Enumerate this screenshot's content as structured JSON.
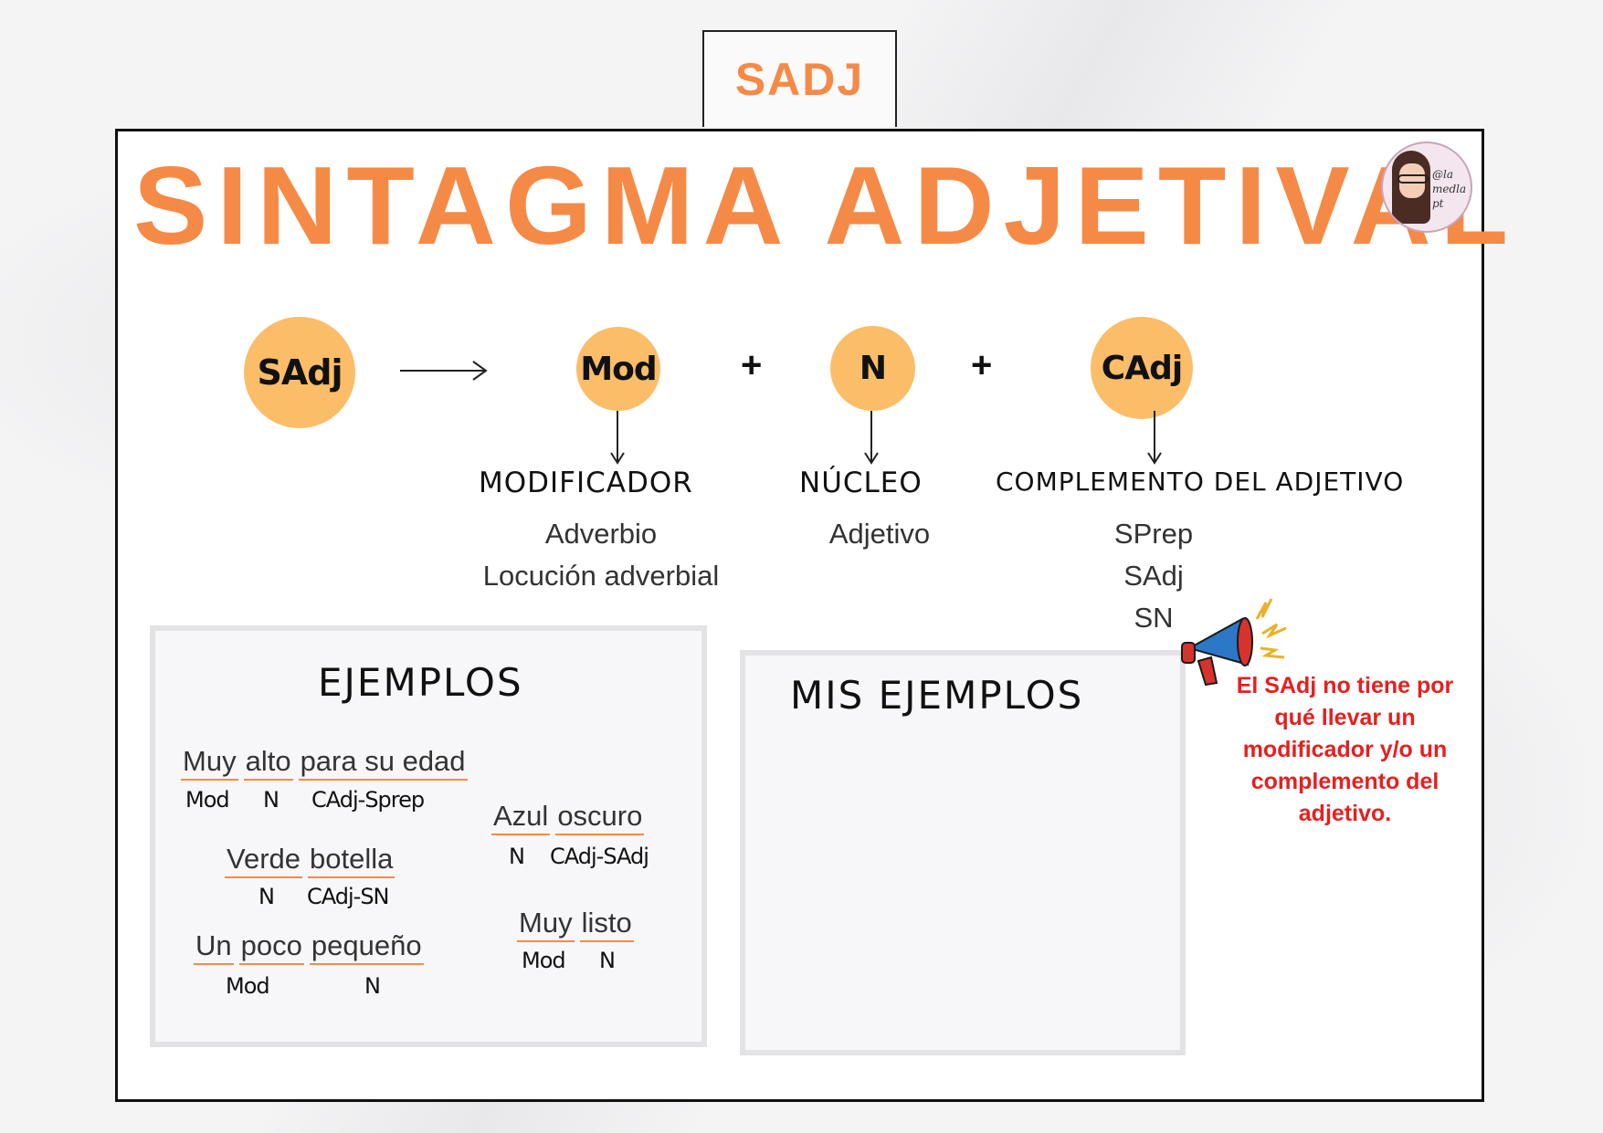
{
  "tab_label": "SADJ",
  "title": "SINTAGMA ADJETIVAL",
  "avatar_handle": "@la medla pt",
  "formula": {
    "lhs": "SAdj",
    "plus": "+",
    "parts": [
      {
        "abbr": "Mod",
        "category": "MODIFICADOR",
        "types": [
          "Adverbio",
          "Locución adverbial"
        ]
      },
      {
        "abbr": "N",
        "category": "NÚCLEO",
        "types": [
          "Adjetivo"
        ]
      },
      {
        "abbr": "CAdj",
        "category": "COMPLEMENTO DEL ADJETIVO",
        "types": [
          "SPrep",
          "SAdj",
          "SN"
        ]
      }
    ]
  },
  "examples_box": {
    "title": "EJEMPLOS",
    "examples": [
      {
        "words": [
          "Muy",
          "alto",
          "para su edad"
        ],
        "labels": [
          "Mod",
          "N",
          "CAdj-Sprep"
        ]
      },
      {
        "words": [
          "Verde",
          "botella"
        ],
        "labels": [
          "N",
          "CAdj-SN"
        ]
      },
      {
        "words": [
          "Un",
          "poco",
          "pequeño"
        ],
        "labels": [
          "Mod",
          "N"
        ]
      },
      {
        "words": [
          "Azul",
          "oscuro"
        ],
        "labels": [
          "N",
          "CAdj-SAdj"
        ]
      },
      {
        "words": [
          "Muy",
          "listo"
        ],
        "labels": [
          "Mod",
          "N"
        ]
      }
    ]
  },
  "my_examples_box": {
    "title": "MIS EJEMPLOS"
  },
  "note": "El SAdj no tiene por qué llevar un modificador y/o un complemento del adjetivo.",
  "colors": {
    "accent": "#f58a47",
    "circle": "#fbbd68",
    "note": "#e3211f"
  }
}
